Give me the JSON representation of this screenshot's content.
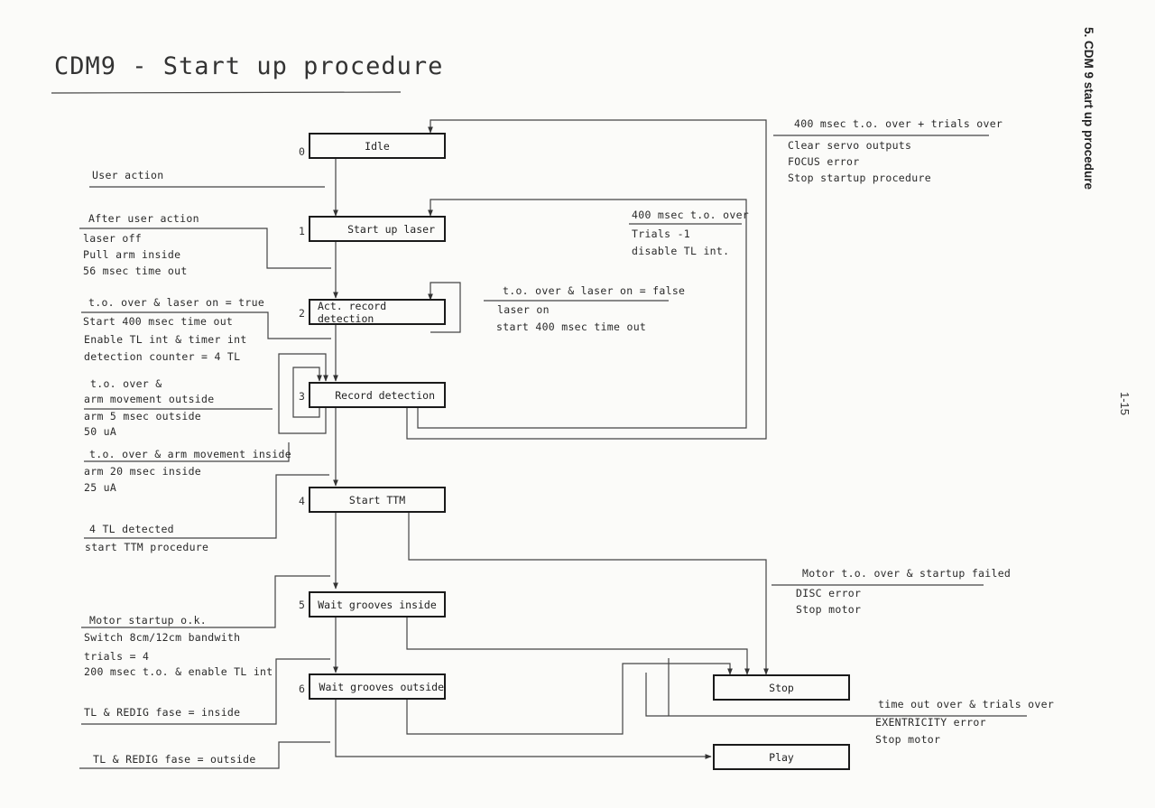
{
  "title": "CDM9 - Start up procedure",
  "side_title": "5. CDM 9 start up procedure",
  "page_number": "1-15",
  "states": [
    {
      "id": "0",
      "label": "Idle"
    },
    {
      "id": "1",
      "label": "Start up laser"
    },
    {
      "id": "2",
      "label": "Act. record detection"
    },
    {
      "id": "3",
      "label": "Record detection"
    },
    {
      "id": "4",
      "label": "Start TTM"
    },
    {
      "id": "5",
      "label": "Wait grooves inside"
    },
    {
      "id": "6",
      "label": "Wait grooves outside"
    },
    {
      "id": "stop",
      "label": "Stop"
    },
    {
      "id": "play",
      "label": "Play"
    }
  ],
  "transitions": {
    "user_action": {
      "condition": "User action"
    },
    "after_user_action": {
      "condition": "After user action",
      "actions": [
        "laser off",
        "Pull arm inside",
        "56 msec time out"
      ]
    },
    "laser_on_true": {
      "condition": "t.o. over & laser on = true",
      "actions": [
        "Start 400 msec time out",
        "Enable TL int & timer int",
        "detection counter = 4 TL"
      ]
    },
    "arm_outside": {
      "condition_lines": [
        "t.o. over &",
        "arm movement outside"
      ],
      "actions": [
        "arm 5 msec outside",
        "50 uA"
      ]
    },
    "arm_inside": {
      "condition": "t.o. over & arm movement inside",
      "actions": [
        "arm 20 msec inside",
        "25 uA"
      ]
    },
    "tl_detected": {
      "condition": "4 TL detected",
      "actions": [
        "start TTM procedure"
      ]
    },
    "motor_ok": {
      "condition": "Motor startup o.k.",
      "actions": [
        "Switch 8cm/12cm bandwith",
        "trials = 4",
        "200 msec t.o. & enable TL int"
      ]
    },
    "redig_inside": {
      "condition": "TL & REDIG fase = inside"
    },
    "redig_outside": {
      "condition": "TL & REDIG fase = outside"
    },
    "laser_on_false": {
      "condition": "t.o. over & laser on = false",
      "actions": [
        "laser on",
        "start 400 msec time out"
      ]
    },
    "to_over_400": {
      "condition": "400 msec t.o. over",
      "actions": [
        "Trials -1",
        "disable TL int."
      ]
    },
    "trials_over": {
      "condition": "400 msec t.o. over + trials over",
      "actions": [
        "Clear servo outputs",
        "FOCUS error",
        "Stop startup procedure"
      ]
    },
    "motor_failed": {
      "condition": "Motor t.o. over & startup failed",
      "actions": [
        "DISC error",
        "Stop motor"
      ]
    },
    "timeout_trials": {
      "condition": "time out over & trials over",
      "actions": [
        "EXENTRICITY error",
        "Stop motor"
      ]
    }
  }
}
